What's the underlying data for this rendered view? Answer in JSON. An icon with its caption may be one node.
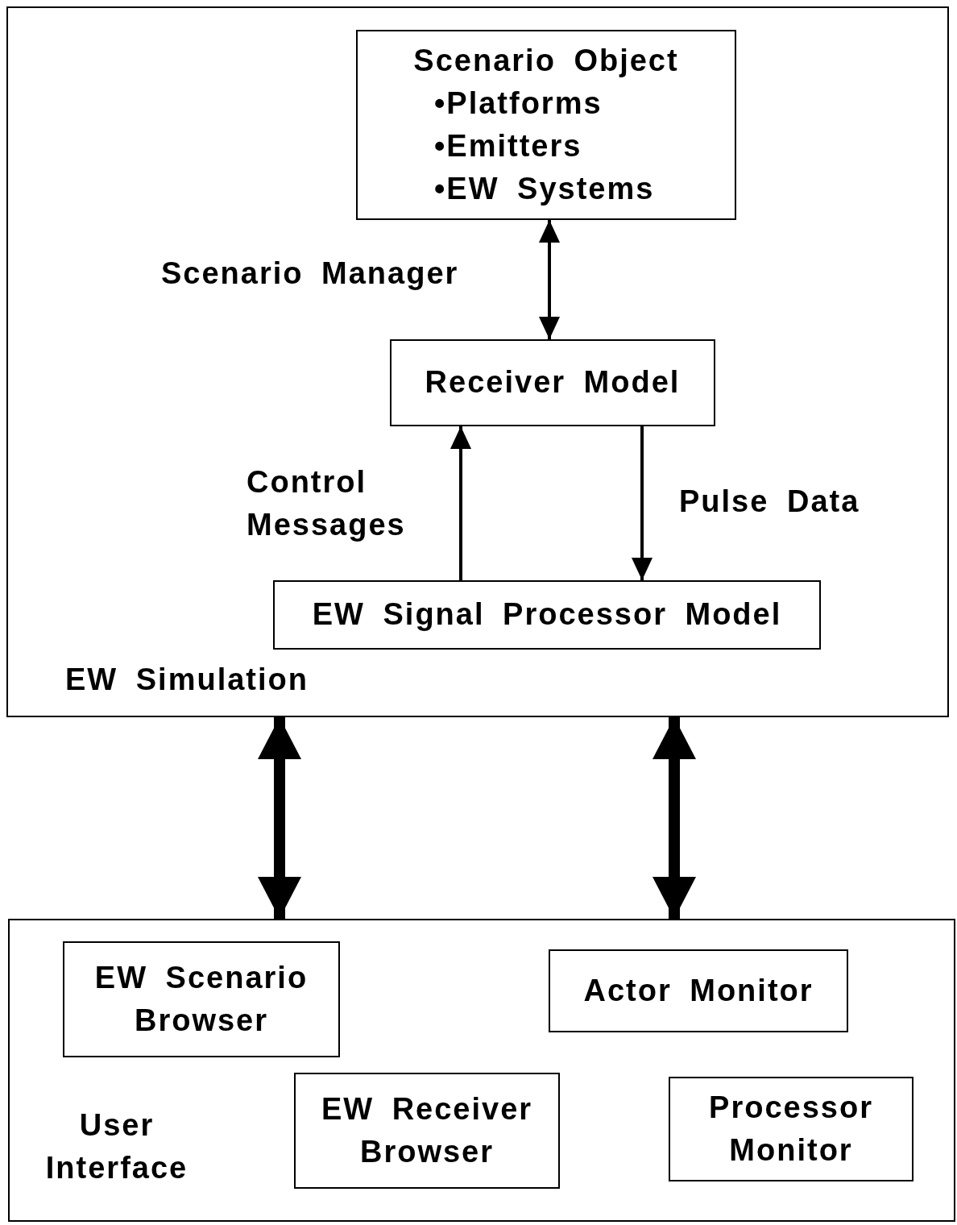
{
  "diagram": {
    "nodes": [
      {
        "text": [
          "EW Simulation"
        ]
      },
      {
        "text": [
          "Scenario Object",
          "•Platforms",
          "•Emitters",
          "•EW Systems"
        ],
        "in": 0
      },
      {
        "text": [
          "Receiver Model"
        ],
        "in": 0
      },
      {
        "text": [
          "EW Signal Processor Model"
        ],
        "in": 0
      },
      {
        "text": [
          "User Interface"
        ]
      },
      {
        "text": [
          "EW Scenario Browser"
        ],
        "in": 4
      },
      {
        "text": [
          "Actor Monitor"
        ],
        "in": 4
      },
      {
        "text": [
          "EW Receiver Browser"
        ],
        "in": 4
      },
      {
        "text": [
          "Processor Monitor"
        ],
        "in": 4
      }
    ],
    "edges": [
      {
        "from": 1,
        "to": 2,
        "arrow": "both",
        "label": "Scenario Manager"
      },
      {
        "from": 3,
        "to": 2,
        "arrow": "to",
        "label": "Control Messages"
      },
      {
        "from": 2,
        "to": 3,
        "arrow": "to",
        "label": "Pulse Data"
      },
      {
        "from": 0,
        "to": 4,
        "arrow": "both",
        "style": "thick"
      },
      {
        "from": 0,
        "to": 4,
        "arrow": "both",
        "style": "thick"
      }
    ]
  }
}
